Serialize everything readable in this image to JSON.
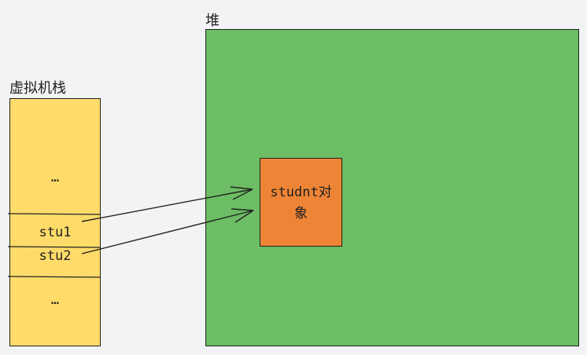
{
  "stack": {
    "title": "虚拟机栈",
    "cells": [
      "…",
      "stu1",
      "stu2",
      "…"
    ]
  },
  "heap": {
    "title": "堆",
    "object_label": "studnt对\n象"
  },
  "colors": {
    "background": "#f2f3f5",
    "stack_fill": "#ffdb6a",
    "heap_fill": "#6cbd63",
    "object_fill": "#ee8536",
    "stroke": "#222222"
  }
}
